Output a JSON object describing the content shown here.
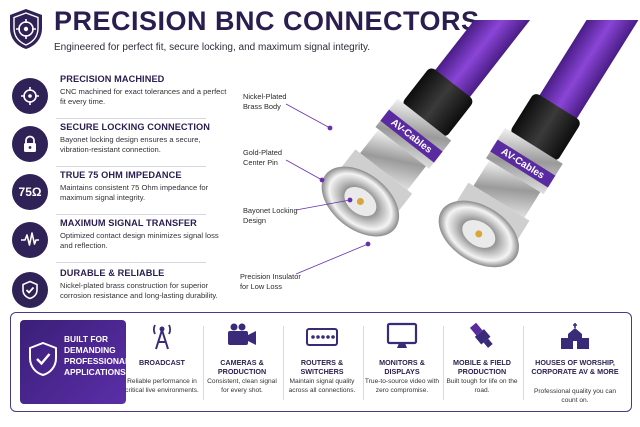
{
  "header": {
    "title": "PRECISION BNC CONNECTORS",
    "subtitle": "Engineered for perfect fit, secure locking, and maximum signal integrity."
  },
  "features": [
    {
      "icon": "crosshair-icon",
      "title": "PRECISION MACHINED",
      "desc": "CNC machined for exact tolerances and a perfect fit every time."
    },
    {
      "icon": "lock-icon",
      "title": "SECURE LOCKING CONNECTION",
      "desc": "Bayonet locking design ensures a secure, vibration-resistant connection."
    },
    {
      "icon": "ohm-text",
      "icon_text": "75Ω",
      "title": "TRUE 75 OHM IMPEDANCE",
      "desc": "Maintains consistent 75 Ohm impedance for maximum signal integrity."
    },
    {
      "icon": "signal-wave-icon",
      "title": "MAXIMUM SIGNAL TRANSFER",
      "desc": "Optimized contact design minimizes signal loss and reflection."
    },
    {
      "icon": "shield-check-icon",
      "title": "DURABLE & RELIABLE",
      "desc": "Nickel-plated brass construction for superior corrosion resistance and long-lasting durability."
    }
  ],
  "photo": {
    "brand_label": "AV-Cables",
    "callouts": [
      "Nickel-Plated\nBrass Body",
      "Gold-Plated\nCenter Pin",
      "Bayonet Locking\nDesign",
      "Precision Insulator\nfor Low Loss"
    ]
  },
  "built": {
    "text": "BUILT FOR DEMANDING PROFESSIONAL APPLICATIONS"
  },
  "applications": [
    {
      "icon": "broadcast-tower-icon",
      "title": "BROADCAST",
      "desc": "Reliable performance in critical live environments."
    },
    {
      "icon": "camera-icon",
      "title": "CAMERAS & PRODUCTION",
      "desc": "Consistent, clean signal for every shot."
    },
    {
      "icon": "router-icon",
      "title": "ROUTERS & SWITCHERS",
      "desc": "Maintain signal quality across all connections."
    },
    {
      "icon": "monitor-icon",
      "title": "MONITORS & DISPLAYS",
      "desc": "True-to-source video with zero compromise."
    },
    {
      "icon": "connector-icon",
      "title": "MOBILE & FIELD PRODUCTION",
      "desc": "Built tough for life on the road."
    },
    {
      "icon": "church-icon",
      "title": "HOUSES OF WORSHIP, CORPORATE AV & MORE",
      "desc": "Professional quality you can count on."
    }
  ],
  "colors": {
    "brand": "#2e2257",
    "accent": "#5b2ea8",
    "cable": "#6a2fb0"
  }
}
